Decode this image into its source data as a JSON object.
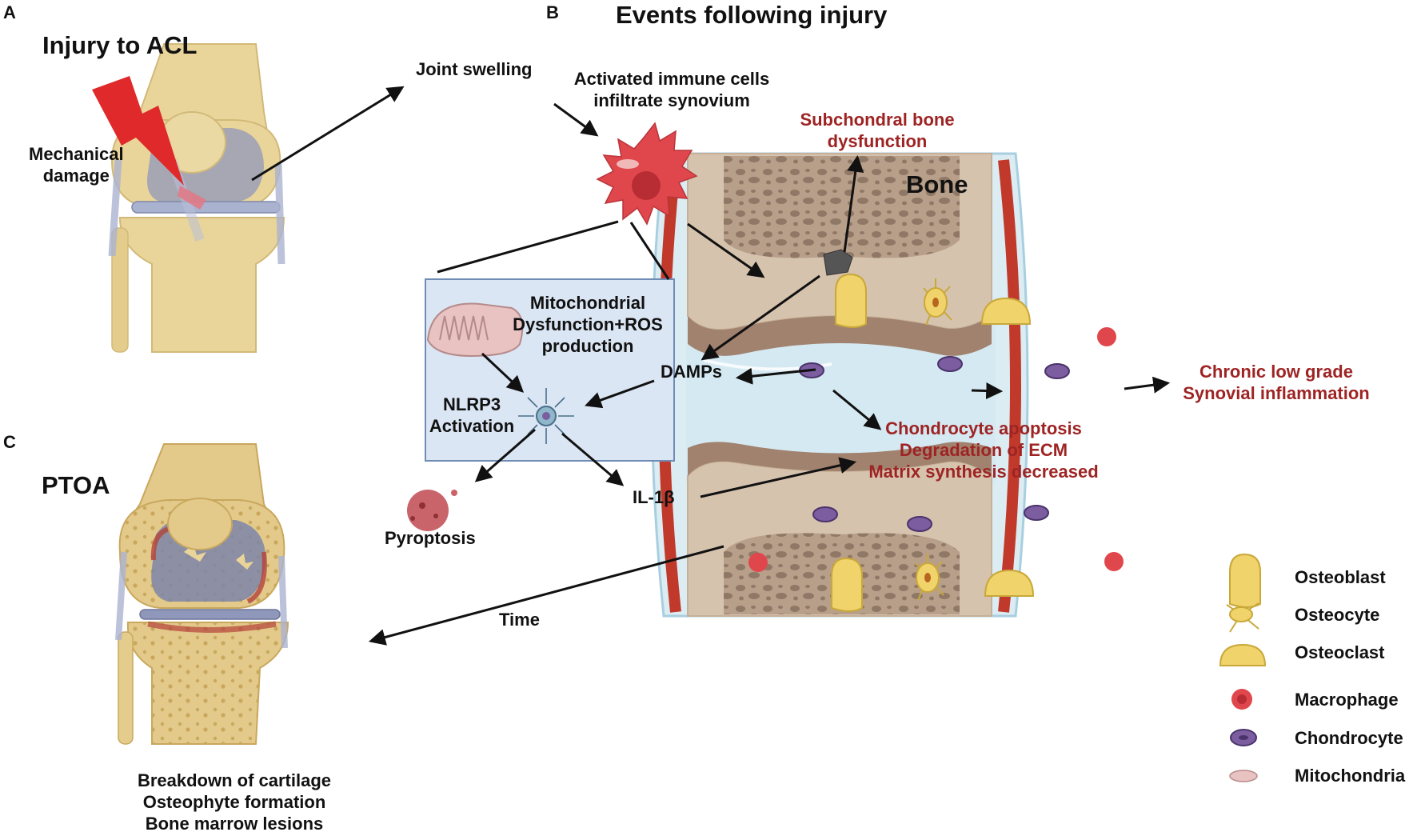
{
  "panels": {
    "a": {
      "letter": "A",
      "title": "Injury to ACL",
      "damage_line1": "Mechanical",
      "damage_line2": "damage"
    },
    "b": {
      "letter": "B",
      "title": "Events following injury"
    },
    "c": {
      "letter": "C",
      "title": "PTOA",
      "outcomes": [
        "Breakdown of cartilage",
        "Osteophyte formation",
        "Bone marrow lesions"
      ]
    }
  },
  "labels": {
    "joint_swelling": "Joint swelling",
    "immune_line1": "Activated immune cells",
    "immune_line2": "infiltrate synovium",
    "subchondral_line1": "Subchondral bone",
    "subchondral_line2": "dysfunction",
    "bone": "Bone",
    "mito_line1": "Mitochondrial",
    "mito_line2": "Dysfunction+ROS",
    "mito_line3": "production",
    "damps": "DAMPs",
    "nlrp3_line1": "NLRP3",
    "nlrp3_line2": "Activation",
    "pyroptosis": "Pyroptosis",
    "il1b": "IL-1β",
    "time": "Time",
    "chondro_line1": "Chondrocyte apoptosis",
    "chondro_line2": "Degradation of ECM",
    "chondro_line3": "Matrix synthesis decreased",
    "synovial_line1": "Chronic low grade",
    "synovial_line2": "Synovial inflammation"
  },
  "legend": [
    {
      "label": "Osteoblast",
      "icon": "osteoblast-icon"
    },
    {
      "label": "Osteocyte",
      "icon": "osteocyte-icon"
    },
    {
      "label": "Osteoclast",
      "icon": "osteoclast-icon"
    },
    {
      "label": "Macrophage",
      "icon": "macrophage-icon"
    },
    {
      "label": "Chondrocyte",
      "icon": "chondrocyte-icon"
    },
    {
      "label": "Mitochondria",
      "icon": "mitochondria-icon"
    }
  ],
  "colors": {
    "bone_yellow": "#e9d59a",
    "cartilage_blue": "#8f97bb",
    "inflammation_red": "#9e2424",
    "macrophage_red": "#e0474c",
    "chondrocyte_purple": "#7b5da0",
    "synovial_fluid": "#d5e9f2",
    "bone_beige": "#c9b29a"
  }
}
